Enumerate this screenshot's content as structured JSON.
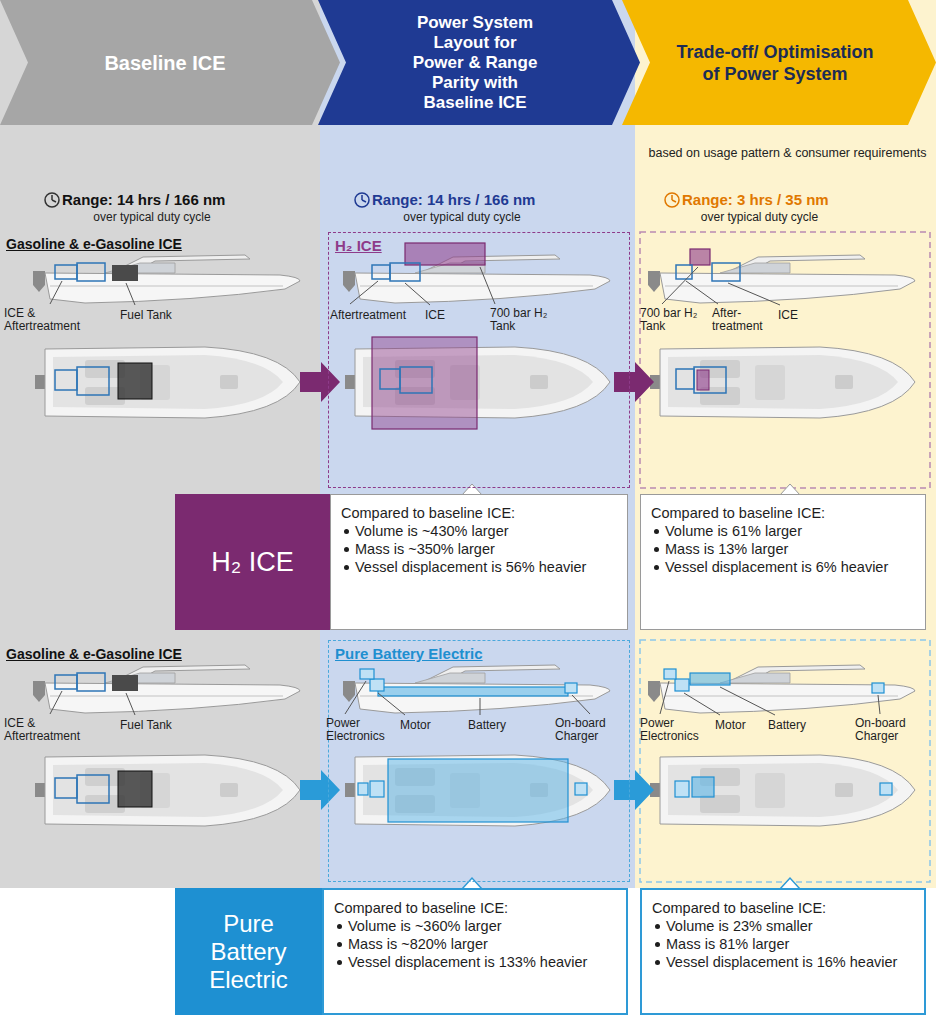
{
  "diagram": {
    "nodes": [
      {
        "text": [
          "Baseline ICE"
        ]
      },
      {
        "text": [
          "Power System Layout for Power & Range Parity with Baseline ICE"
        ]
      },
      {
        "text": [
          "Trade-off/ Optimisation of Power System"
        ]
      },
      {
        "text": [
          "H₂ ICE"
        ]
      },
      {
        "text": [
          "H₂ ICE"
        ]
      },
      {
        "text": [
          "Compared to baseline ICE:",
          "Volume is ~430% larger",
          "Mass is ~350% larger",
          "Vessel displacement is 56% heavier"
        ]
      },
      {
        "text": [
          "Compared to baseline ICE:",
          "Volume is 61% larger",
          "Mass is 13% larger",
          "Vessel displacement is 6% heavier"
        ]
      },
      {
        "text": [
          "Pure Battery Electric"
        ]
      },
      {
        "text": [
          "Pure Battery Electric"
        ]
      },
      {
        "text": [
          "Compared to baseline ICE:",
          "Volume is ~360% larger",
          "Mass is ~820% larger",
          "Vessel displacement is 133% heavier"
        ]
      },
      {
        "text": [
          "Compared to baseline ICE:",
          "Volume is 23% smaller",
          "Mass is 81% larger",
          "Vessel displacement is 16% heavier"
        ]
      }
    ],
    "labels": [
      "based on usage pattern & consumer requirements",
      "Range: 14 hrs / 166 nm",
      "over typical duty cycle",
      "Range: 14 hrs / 166 nm",
      "over typical duty cycle",
      "Range: 3 hrs / 35 nm",
      "over typical duty cycle",
      "Gasoline & e-Gasoline ICE",
      "ICE & Aftertreatment",
      "Fuel Tank",
      "Aftertreatment",
      "ICE",
      "700 bar H₂ Tank",
      "700 bar H₂ Tank",
      "After- treatment",
      "ICE",
      "Gasoline & e-Gasoline ICE",
      "ICE & Aftertreatment",
      "Fuel Tank",
      "Power Electronics",
      "Motor",
      "Battery",
      "On-board Charger",
      "Power Electronics",
      "Motor",
      "Battery",
      "On-board Charger"
    ]
  }
}
